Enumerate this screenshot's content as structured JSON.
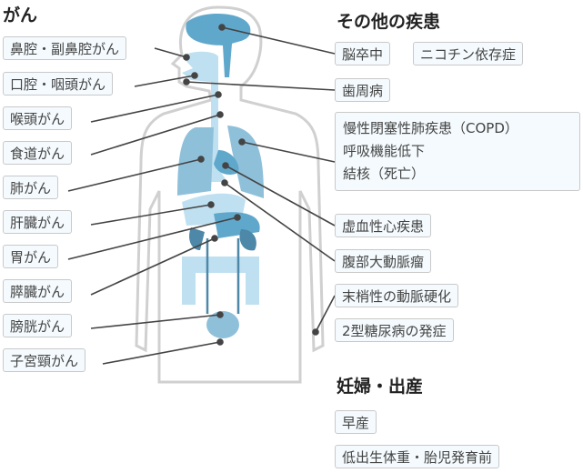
{
  "cancer": {
    "title": "がん",
    "items": [
      "鼻腔・副鼻腔がん",
      "口腔・咽頭がん",
      "喉頭がん",
      "食道がん",
      "肺がん",
      "肝臓がん",
      "胃がん",
      "膵臓がん",
      "膀胱がん",
      "子宮頸がん"
    ]
  },
  "other": {
    "title": "その他の疾患",
    "stroke": "脳卒中",
    "nicotine": "ニコチン依存症",
    "periodontal": "歯周病",
    "respiratory": [
      "慢性閉塞性肺疾患（COPD）",
      "呼吸機能低下",
      "結核（死亡）"
    ],
    "ischemic": "虚血性心疾患",
    "aneurysm": "腹部大動脈瘤",
    "peripheral": "末梢性の動脈硬化",
    "diabetes": "2型糖尿病の発症"
  },
  "pregnancy": {
    "title": "妊婦・出産",
    "items": [
      "早産",
      "低出生体重・胎児発育前"
    ]
  },
  "colors": {
    "organ_dark": "#5fa8cc",
    "organ_mid": "#8fc0da",
    "organ_light": "#bfe0f0",
    "outline": "#d0d0d0",
    "line": "#444444"
  }
}
